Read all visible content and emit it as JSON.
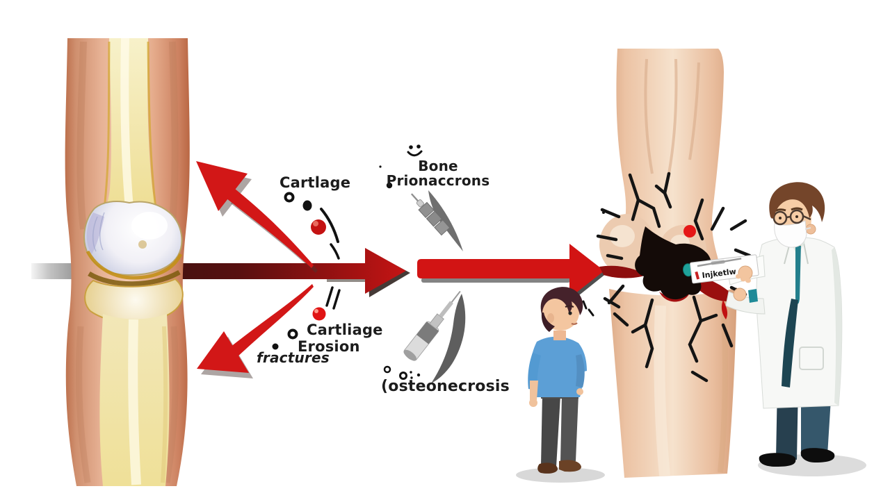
{
  "scene": {
    "description": "Cartoon medical illustration: healthy knee joint degrading (cartilage erosion, fractures) into bone necrosis; worried boy and doctor with injection",
    "background": "#ffffff"
  },
  "labels": {
    "cartilage_top": "Cartlage",
    "bone_caption_line1": "Bone",
    "bone_caption_line2": "Prionaccrons",
    "erosion_caption_line1": "Cartliage",
    "erosion_caption_line2": "Erosion",
    "fractures_caption": "fractures",
    "osteonecrosis_caption": "(osteonecrosis",
    "injection_box_label": "Injketlw"
  },
  "colors": {
    "arrow_red": "#d21414",
    "arrow_dark_maroon": "#3f1210",
    "arrow_gray_start": "#c2c2c2",
    "crack_black": "#141414",
    "necrosis_red": "#8e0e0e",
    "healthy_skin": "#e7b295",
    "bone_yellow": "#eedd92",
    "diseased_bone": "#f0d2ba",
    "boy_shirt_blue": "#5c9fd6",
    "boy_hair": "#45222b",
    "doctor_coat": "#f7f8f6",
    "doctor_tie_teal": "#237f8c",
    "syringe_gray": "#8f8f8f",
    "label_text": "#1c1c1c"
  },
  "icons": {
    "curved_arrow_up": "red-curved-arrow-icon",
    "curved_arrow_down": "red-curved-arrow-icon",
    "main_arrows": "red-progress-arrow-icon",
    "syringe_top": "syringe-icon",
    "syringe_bottom": "syringe-icon",
    "debris": "debris-dots-icon",
    "smiley_mark": "smiley-glyph-icon"
  }
}
